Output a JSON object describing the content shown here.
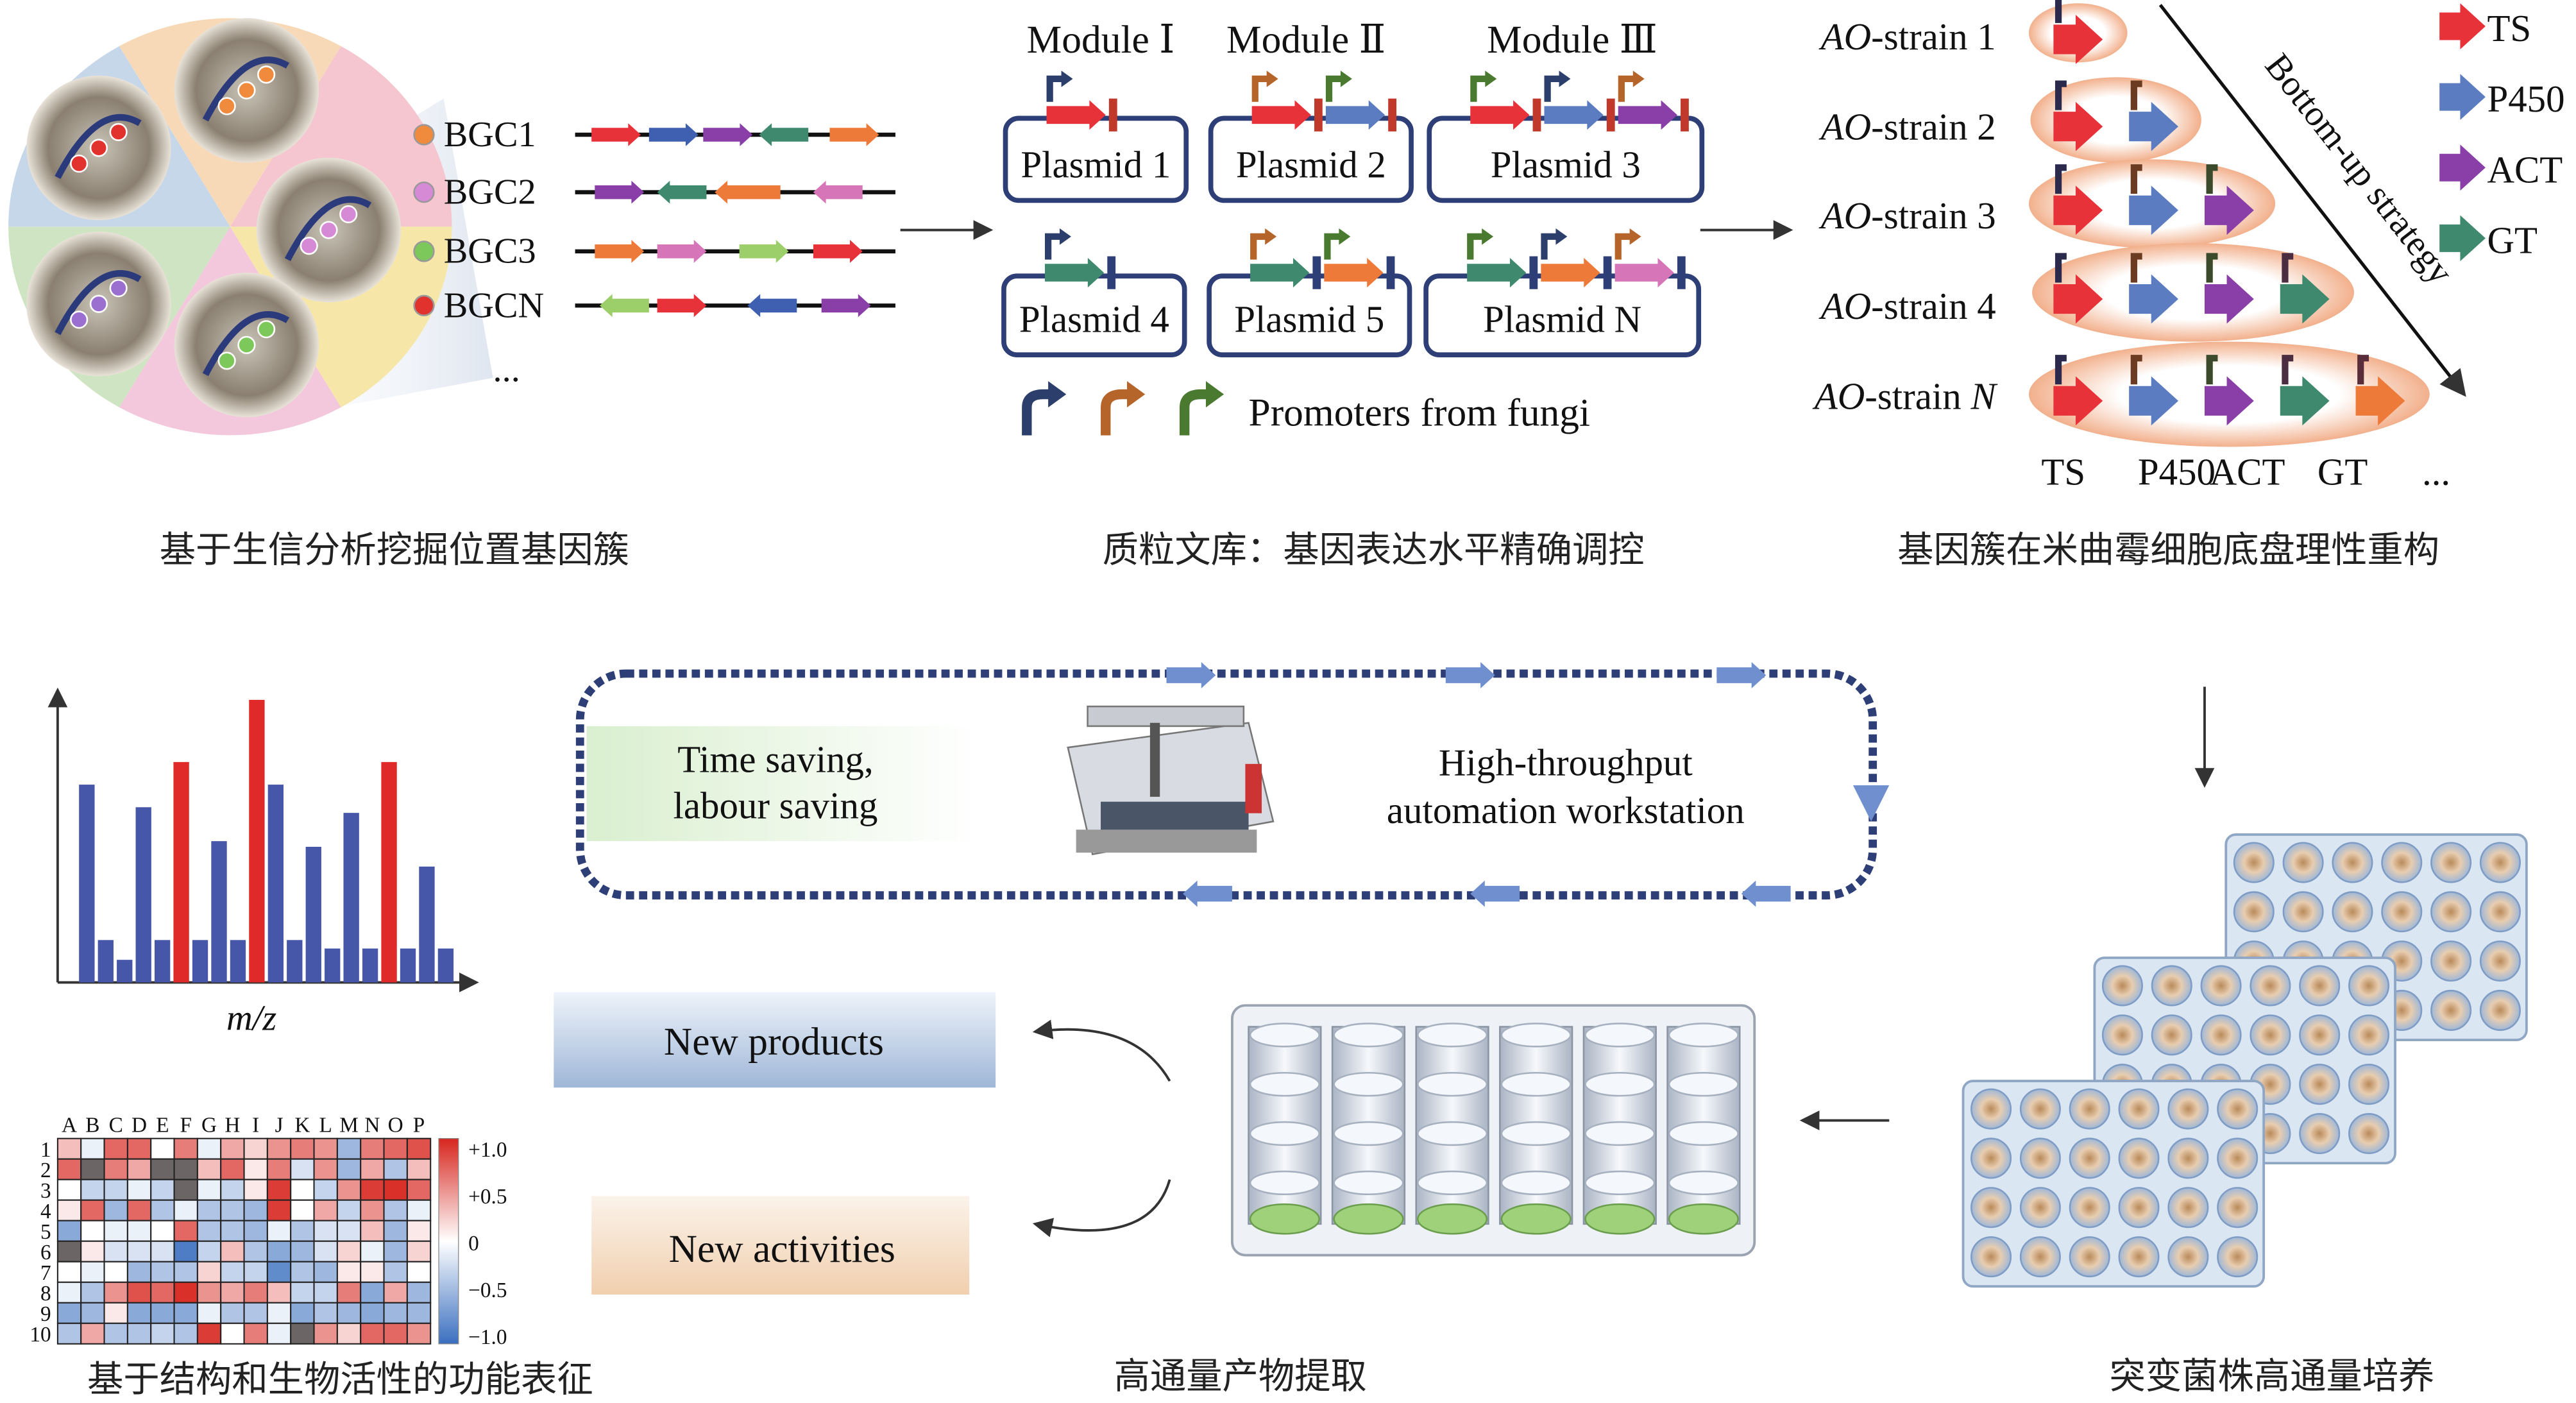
{
  "panel_bgc": {
    "labels": [
      "BGC1",
      "BGC2",
      "BGC3",
      "BGCN"
    ],
    "dot_colors": [
      "#f08a3c",
      "#d68ad6",
      "#7cc85a",
      "#e2322e"
    ],
    "ellipsis": "...",
    "caption": "基于生信分析挖掘位置基因簇"
  },
  "panel_plasmid": {
    "modules": [
      "Module Ⅰ",
      "Module Ⅱ",
      "Module Ⅲ"
    ],
    "plasmids": [
      "Plasmid 1",
      "Plasmid 2",
      "Plasmid 3",
      "Plasmid 4",
      "Plasmid 5",
      "Plasmid N"
    ],
    "promoter_label": "Promoters from fungi",
    "promoter_colors": [
      "#2c3e6b",
      "#b5642a",
      "#4a7a2f"
    ],
    "caption": "质粒文库：基因表达水平精确调控"
  },
  "panel_strain": {
    "strains": [
      {
        "prefix": "AO",
        "suffix": "-strain 1",
        "n": 1
      },
      {
        "prefix": "AO",
        "suffix": "-strain 2",
        "n": 2
      },
      {
        "prefix": "AO",
        "suffix": "-strain 3",
        "n": 3
      },
      {
        "prefix": "AO",
        "suffix": "-strain 4",
        "n": 4
      },
      {
        "prefix": "AO",
        "suffix": "-strain ",
        "italic_tail": "N",
        "n": 5
      }
    ],
    "strategy": "Bottom-up strategy",
    "bottom_labels": [
      "TS",
      "P450",
      "ACT",
      "GT",
      "..."
    ],
    "legend": [
      {
        "label": "TS",
        "color": "#e8323a"
      },
      {
        "label": "P450",
        "color": "#5b7cc0"
      },
      {
        "label": "ACT",
        "color": "#8a3fa8"
      },
      {
        "label": "GT",
        "color": "#3f8a6e"
      }
    ],
    "extra_gene_color": "#ee7a3a",
    "caption": "基因簇在米曲霉细胞底盘理性重构"
  },
  "workstation": {
    "benefit": [
      "Time saving,",
      "labour saving"
    ],
    "title": [
      "High-throughput",
      "automation workstation"
    ]
  },
  "outputs": {
    "products": "New products",
    "activities": "New activities"
  },
  "captions": {
    "extraction": "高通量产物提取",
    "culture": "突变菌株高通量培养",
    "characterization": "基于结构和生物活性的功能表征"
  },
  "ms_chart": {
    "type": "bar",
    "xlabel": "m/z",
    "colors": {
      "normal": "#4656a8",
      "highlight": "#e02a2a"
    },
    "bars": [
      {
        "v": 0.7,
        "h": false
      },
      {
        "v": 0.15,
        "h": false
      },
      {
        "v": 0.08,
        "h": false
      },
      {
        "v": 0.62,
        "h": false
      },
      {
        "v": 0.15,
        "h": false
      },
      {
        "v": 0.78,
        "h": true
      },
      {
        "v": 0.15,
        "h": false
      },
      {
        "v": 0.5,
        "h": false
      },
      {
        "v": 0.15,
        "h": false
      },
      {
        "v": 1.0,
        "h": true
      },
      {
        "v": 0.7,
        "h": false
      },
      {
        "v": 0.15,
        "h": false
      },
      {
        "v": 0.48,
        "h": false
      },
      {
        "v": 0.12,
        "h": false
      },
      {
        "v": 0.6,
        "h": false
      },
      {
        "v": 0.12,
        "h": false
      },
      {
        "v": 0.78,
        "h": true
      },
      {
        "v": 0.12,
        "h": false
      },
      {
        "v": 0.41,
        "h": false
      },
      {
        "v": 0.12,
        "h": false
      }
    ]
  },
  "heatmap": {
    "type": "heatmap",
    "columns": [
      "A",
      "B",
      "C",
      "D",
      "E",
      "F",
      "G",
      "H",
      "I",
      "J",
      "K",
      "L",
      "M",
      "N",
      "O",
      "P"
    ],
    "rows": [
      "1",
      "2",
      "3",
      "4",
      "5",
      "6",
      "7",
      "8",
      "9",
      "10"
    ],
    "colorbar_ticks": [
      "+1.0",
      "+0.5",
      "0",
      "−0.5",
      "−1.0"
    ],
    "range": [
      -1,
      1
    ],
    "na_color": "#6b6565",
    "values": [
      [
        0.3,
        -0.1,
        0.7,
        0.7,
        0,
        0.6,
        -0.1,
        0.4,
        0.2,
        0.5,
        0.6,
        0.5,
        -0.5,
        0.6,
        0.7,
        0.8
      ],
      [
        0.7,
        null,
        0.6,
        0.4,
        null,
        null,
        0.3,
        0.7,
        0.1,
        0.6,
        -0.2,
        0.5,
        -0.5,
        0.4,
        -0.4,
        0.3
      ],
      [
        0,
        -0.3,
        -0.3,
        -0.1,
        -0.3,
        null,
        -0.1,
        -0.3,
        0.1,
        0.9,
        0,
        -0.3,
        0.5,
        0.9,
        0.95,
        0.7
      ],
      [
        0.1,
        0.7,
        -0.5,
        0.7,
        -0.4,
        -0.1,
        -0.4,
        -0.4,
        -0.5,
        0.9,
        0,
        0.4,
        -0.3,
        0.5,
        -0.4,
        -0.1
      ],
      [
        -0.6,
        0,
        -0.1,
        -0.1,
        0,
        0.7,
        -0.4,
        -0.4,
        -0.5,
        -0.1,
        -0.4,
        -0.2,
        -0.2,
        0.3,
        -0.5,
        0.1
      ],
      [
        null,
        0.1,
        -0.2,
        -0.2,
        -0.2,
        -0.9,
        -0.3,
        0.3,
        -0.4,
        -0.6,
        -0.5,
        -0.2,
        0.2,
        -0.1,
        -0.5,
        0.2
      ],
      [
        0,
        -0.1,
        0,
        -0.5,
        -0.4,
        -0.4,
        0.2,
        -0.3,
        -0.3,
        -0.8,
        -0.4,
        -0.5,
        0.1,
        0.1,
        -0.4,
        0
      ],
      [
        -0.1,
        -0.4,
        0.5,
        0.8,
        0.7,
        0.95,
        0.5,
        0.4,
        0.6,
        0.3,
        -0.3,
        -0.3,
        0.6,
        -0.6,
        0.4,
        -0.5
      ],
      [
        -0.6,
        -0.5,
        0.1,
        -0.6,
        -0.6,
        -0.6,
        -0.1,
        -0.4,
        -0.4,
        -0.1,
        -0.6,
        -0.4,
        -0.5,
        -0.6,
        -0.5,
        -0.5
      ],
      [
        -0.4,
        0.4,
        -0.4,
        -0.4,
        -0.3,
        -0.4,
        0.9,
        0,
        0.6,
        -0.1,
        null,
        0.5,
        0.2,
        0.7,
        0.7,
        0.5
      ]
    ]
  }
}
